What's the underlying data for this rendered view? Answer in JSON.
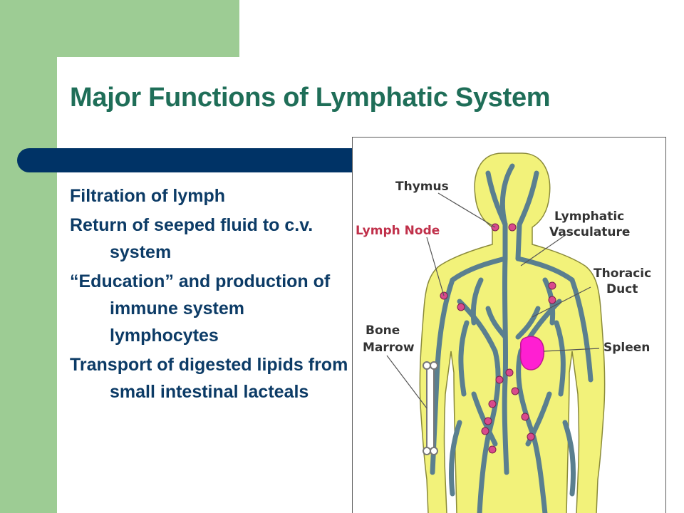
{
  "slide": {
    "title": "Major Functions of Lymphatic System",
    "bullets": [
      "Filtration of lymph",
      "Return of seeped fluid to c.v. system",
      "“Education” and production of immune system lymphocytes",
      "Transport of digested lipids from small intestinal lacteals"
    ]
  },
  "figure": {
    "labels": {
      "thymus": "Thymus",
      "lymph_node": "Lymph Node",
      "lymphatic_vasculature_1": "Lymphatic",
      "lymphatic_vasculature_2": "Vasculature",
      "thoracic_duct_1": "Thoracic",
      "thoracic_duct_2": "Duct",
      "bone_marrow_1": "Bone",
      "bone_marrow_2": "Marrow",
      "spleen": "Spleen"
    }
  },
  "colors": {
    "accent_green": "#9dcc94",
    "title_green": "#1f6e58",
    "navy_bar": "#003366",
    "body_text": "#0c3b66",
    "body_yellow": "#f2f27a",
    "vessel_blue": "#5a7f8f",
    "spleen_magenta": "#ff1fd2",
    "node_pink": "#d94a8c"
  }
}
